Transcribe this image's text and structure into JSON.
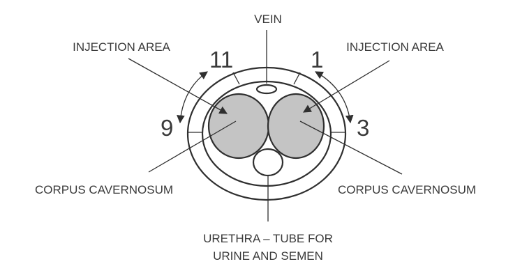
{
  "labels": {
    "vein": "VEIN",
    "injection_left": "INJECTION AREA",
    "injection_right": "INJECTION AREA",
    "corpus_left": "CORPUS CAVERNOSUM",
    "corpus_right": "CORPUS CAVERNOSUM",
    "urethra_line1": "URETHRA – TUBE FOR",
    "urethra_line2": "URINE AND SEMEN"
  },
  "clock_positions": {
    "eleven": "11",
    "one": "1",
    "nine": "9",
    "three": "3"
  },
  "colors": {
    "stroke": "#2f2f2f",
    "chamber_fill": "#c4c4c4",
    "text": "#3a3a3a"
  }
}
